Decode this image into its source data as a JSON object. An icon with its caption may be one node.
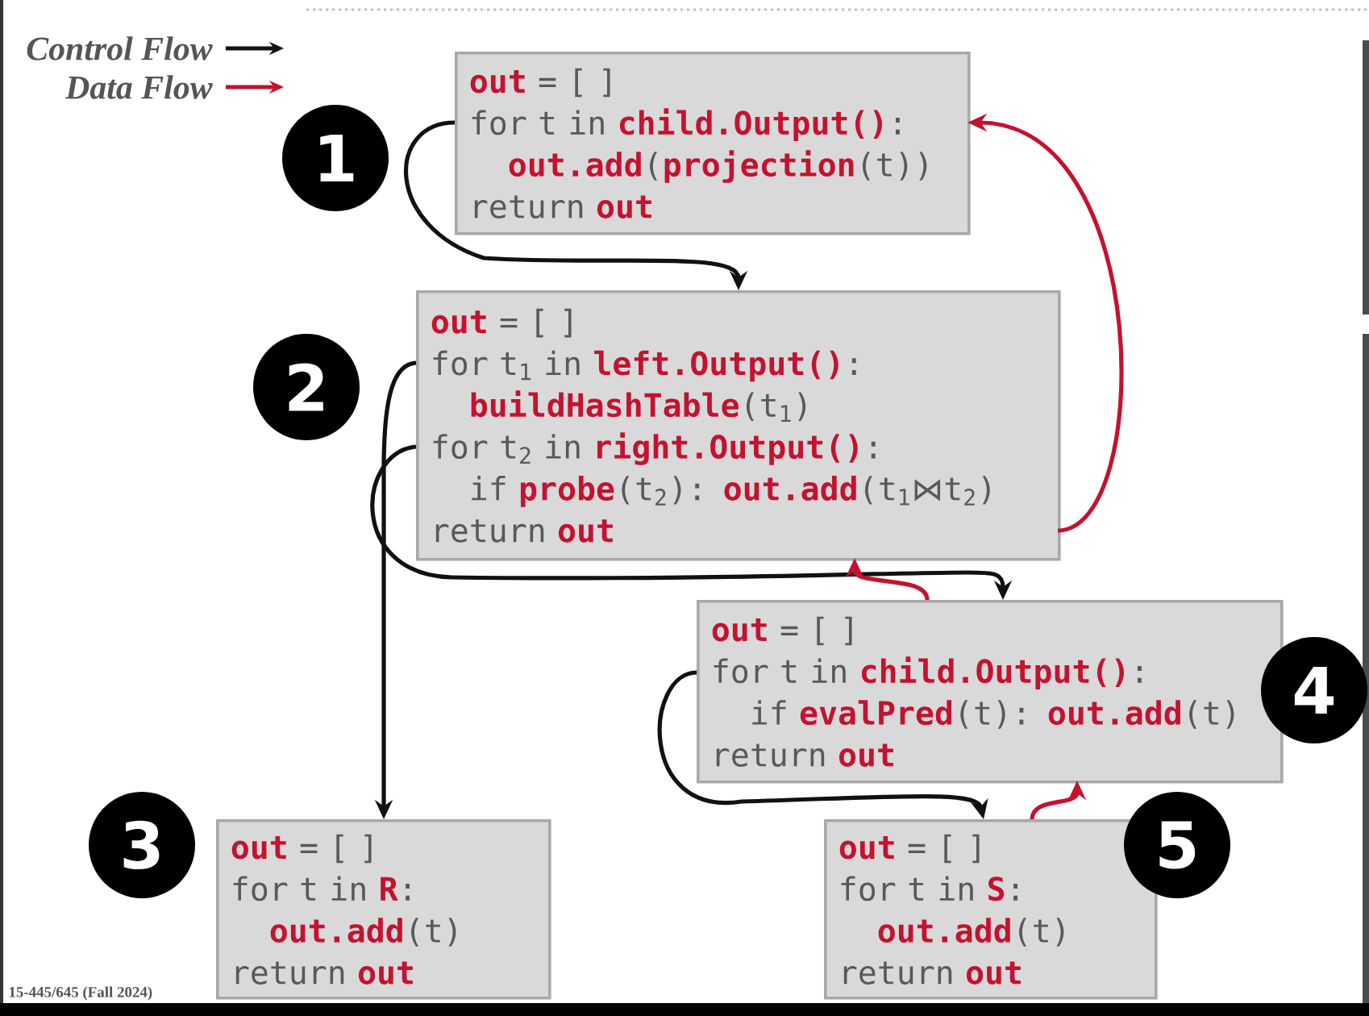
{
  "diagram": {
    "nodes": [
      {
        "text": [
          "**out** = [ ]",
          "for t in **child.Output()**:",
          "**out.add**(**projection**(t))",
          "return **out**"
        ]
      },
      {
        "text": [
          "1"
        ]
      },
      {
        "text": [
          "**out** = [ ]",
          "for t$_{1}$ in **left.Output()**:",
          "**buildHashTable**(t$_{1}$)",
          "for t$_{2}$ in **right.Output()**:",
          "if **probe**(t$_{2}$): **out.add**(t$_{1}$⋈t$_{2}$)",
          "return **out**"
        ]
      },
      {
        "text": [
          "2"
        ]
      },
      {
        "text": [
          "**out** = [ ]",
          "for t in **child.Output()**:",
          "if **evalPred**(t): **out.add**(t)",
          "return **out**"
        ]
      },
      {
        "text": [
          "4"
        ]
      },
      {
        "text": [
          "3"
        ]
      },
      {
        "text": [
          "**out** = [ ]",
          "for t in **R**:",
          "**out.add**(t)",
          "return **out**"
        ]
      },
      {
        "text": [
          "**out** = [ ]",
          "for t in **S**:",
          "**out.add**(t)",
          "return **out**"
        ]
      },
      {
        "text": [
          "5"
        ]
      }
    ],
    "edges": [
      {
        "from": 0,
        "to": 2,
        "arrow": "to"
      },
      {
        "from": 2,
        "to": 7,
        "arrow": "to"
      },
      {
        "from": 2,
        "to": 4,
        "arrow": "to"
      },
      {
        "from": 4,
        "to": 8,
        "arrow": "to"
      },
      {
        "from": 2,
        "to": 0,
        "arrow": "to",
        "color": "#c41230"
      },
      {
        "from": 4,
        "to": 2,
        "arrow": "to",
        "color": "#c41230"
      },
      {
        "from": 8,
        "to": 4,
        "arrow": "to",
        "color": "#c41230"
      }
    ],
    "labels": [
      "15-445/645 (Fall 2024)"
    ],
    "legend": [
      {
        "text": "Control Flow"
      },
      {
        "text": "Data Flow"
      }
    ]
  }
}
